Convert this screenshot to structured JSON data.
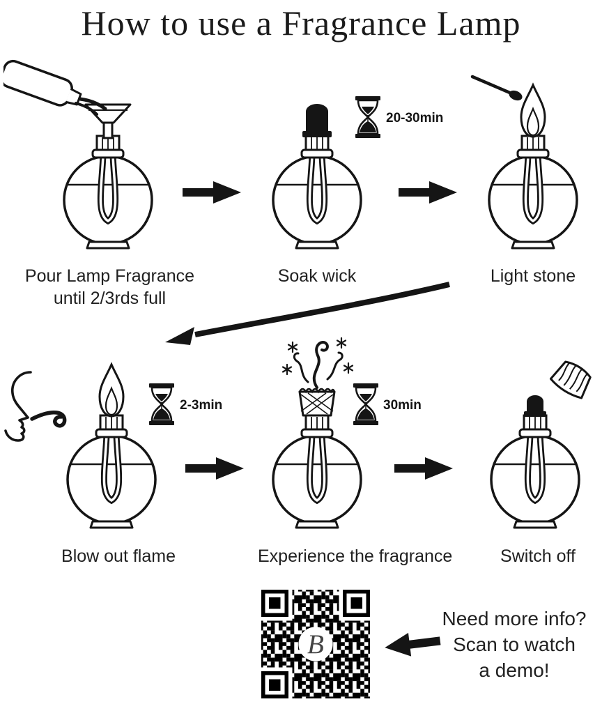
{
  "title": "How to use a Fragrance Lamp",
  "steps": [
    {
      "id": "pour",
      "caption": "Pour Lamp Fragrance until 2/3rds full"
    },
    {
      "id": "soak",
      "caption": "Soak wick",
      "time": "20-30min"
    },
    {
      "id": "light",
      "caption": "Light stone"
    },
    {
      "id": "blow",
      "caption": "Blow out flame",
      "time": "2-3min"
    },
    {
      "id": "experience",
      "caption": "Experience the fragrance",
      "time": "30min"
    },
    {
      "id": "switch-off",
      "caption": "Switch off"
    }
  ],
  "footer": {
    "lines": [
      "Need more info?",
      "Scan to watch",
      "a demo!"
    ],
    "qr_letter": "B"
  },
  "colors": {
    "ink": "#151515",
    "background": "#ffffff"
  }
}
